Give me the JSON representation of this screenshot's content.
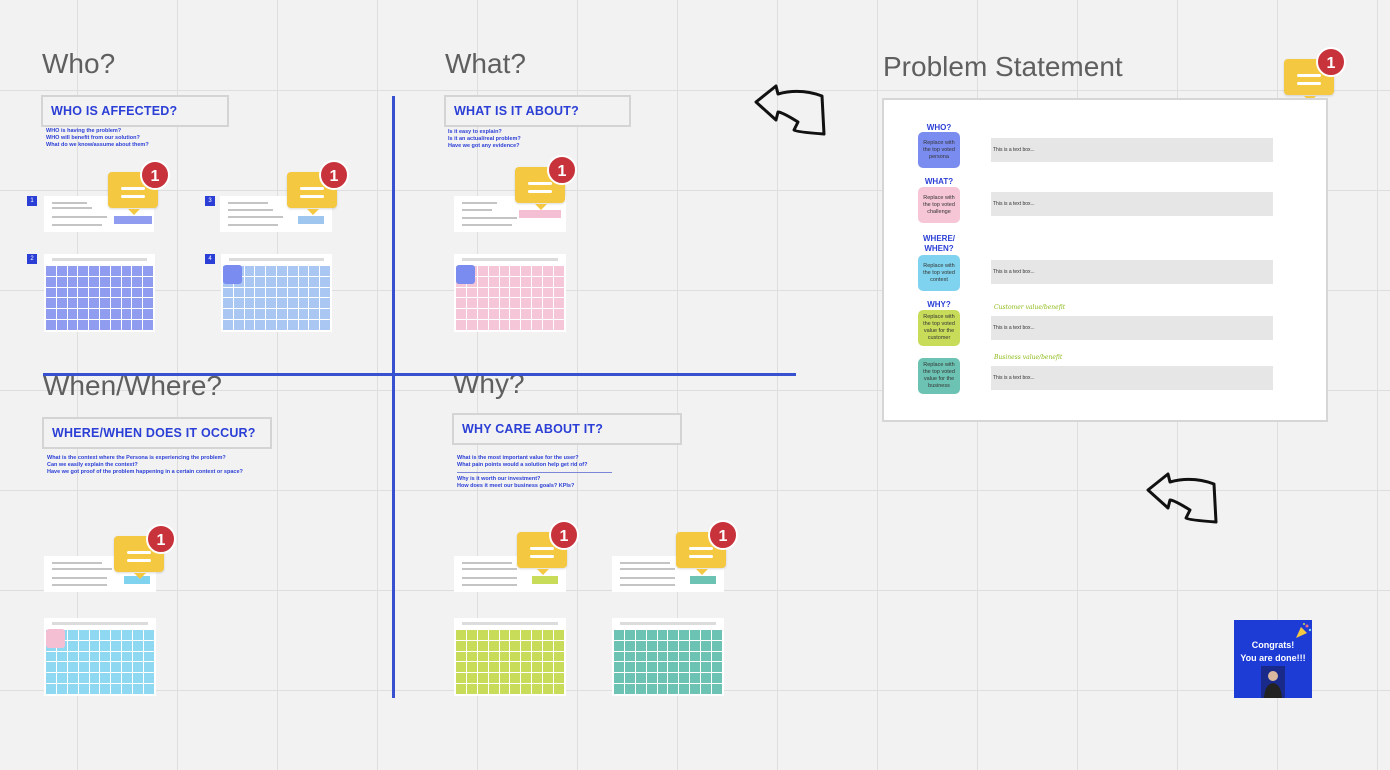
{
  "quadrants": {
    "who": {
      "title": "Who?",
      "heading": "WHO IS AFFECTED?",
      "questions": [
        "WHO is having the problem?",
        "WHO will benefit from our solution?",
        "What do we know/assume about them?"
      ]
    },
    "what": {
      "title": "What?",
      "heading": "WHAT IS IT ABOUT?",
      "questions": [
        "Is it easy to explain?",
        "Is it an actual/real problem?",
        "Have we got any evidence?"
      ]
    },
    "when": {
      "title": "When/Where?",
      "heading": "WHERE/WHEN DOES IT OCCUR?",
      "questions": [
        "What is the context where the Persona is experiencing the problem?",
        "Can we easily explain the context?",
        "Have we got proof of the problem happening in a certain context or space?"
      ]
    },
    "why": {
      "title": "Why?",
      "heading": "WHY CARE ABOUT IT?",
      "questions": [
        "What is the most important value for the user?",
        "What pain points would a solution help get rid of?",
        "Why is it worth our investment?",
        "How does it meet our business goals? KPIs?"
      ]
    }
  },
  "step_numbers": [
    "1",
    "2",
    "3",
    "4"
  ],
  "comments": {
    "count": "1"
  },
  "problem_statement": {
    "title": "Problem Statement",
    "rows": [
      {
        "label": "WHO?",
        "tile": "Replace with the top voted persona",
        "color": "#7b8cf0",
        "text": "This is a text box..."
      },
      {
        "label": "WHAT?",
        "tile": "Replace with the top voted challenge",
        "color": "#f6c6d6",
        "text": "This is a text box..."
      },
      {
        "label": "WHERE/ WHEN?",
        "tile": "Replace with the top voted context",
        "color": "#7fd3ee",
        "text": "This is a text box..."
      },
      {
        "label": "WHY?",
        "tile": "Replace with the top voted value for the customer",
        "color": "#c8dc5a",
        "text": "This is a text box..."
      },
      {
        "label": "",
        "tile": "Replace with the top voted value for the business",
        "color": "#6cc3b3",
        "text": "This is a text box..."
      }
    ],
    "customer_value_label": "Customer value/benefit",
    "business_value_label": "Business value/benefit"
  },
  "congrats": {
    "line1": "Congrats!",
    "line2": "You are done!!!"
  },
  "colors": {
    "accent": "#2b3fd6",
    "divider": "#3750d0",
    "comment": "#f5c842",
    "badge": "#c8333b"
  },
  "icons": [
    "comment-icon",
    "arrow-icon",
    "party-popper-icon"
  ]
}
